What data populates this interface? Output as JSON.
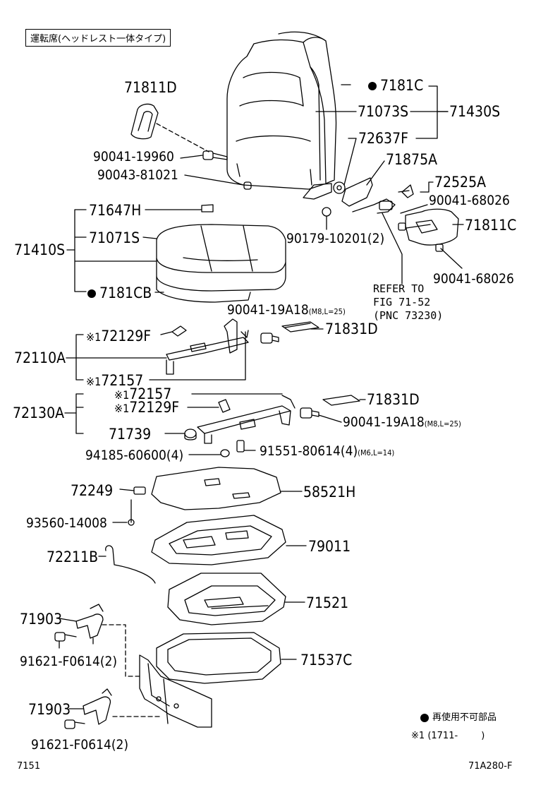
{
  "title": "運転席(ヘッドレスト一体タイプ)",
  "labels": {
    "p71811D": "71811D",
    "p7181C": "7181C",
    "p71073S": "71073S",
    "p71430S": "71430S",
    "p72637F": "72637F",
    "p90041_19960": "90041-19960",
    "p71875A": "71875A",
    "p90043_81021": "90043-81021",
    "p72525A": "72525A",
    "p90041_68026a": "90041-68026",
    "p71811C": "71811C",
    "p71647H": "71647H",
    "p90179": "90179-10201(2)",
    "p71071S": "71071S",
    "p71410S": "71410S",
    "p90041_68026b": "90041-68026",
    "p7181CB": "7181CB",
    "refer1": "REFER TO",
    "refer2": "FIG 71-52",
    "refer3": "(PNC 73230)",
    "p90041_19A18a": "90041-19A18",
    "p90041_19A18a_note": "(M8,L=25)",
    "p72129F_a": "72129F",
    "p71831D_a": "71831D",
    "p72110A": "72110A",
    "p72157_a": "72157",
    "p72157_b": "72157",
    "p71831D_b": "71831D",
    "p72130A": "72130A",
    "p72129F_b": "72129F",
    "p90041_19A18b": "90041-19A18",
    "p90041_19A18b_note": "(M8,L=25)",
    "p71739": "71739",
    "p94185": "94185-60600(4)",
    "p91551": "91551-80614(4)",
    "p91551_note": "(M6,L=14)",
    "p72249": "72249",
    "p58521H": "58521H",
    "p93560": "93560-14008",
    "p72211B": "72211B",
    "p79011": "79011",
    "p71521": "71521",
    "p71903a": "71903",
    "p91621a": "91621-F0614(2)",
    "p71537C": "71537C",
    "p71903b": "71903",
    "p91621b": "91621-F0614(2)",
    "mark": "※1",
    "legend_dot": "再使用不可部品",
    "legend_mark_text": "(1711-",
    "legend_mark_close": ")",
    "footer_left": "7151",
    "footer_right": "71A280-F"
  }
}
